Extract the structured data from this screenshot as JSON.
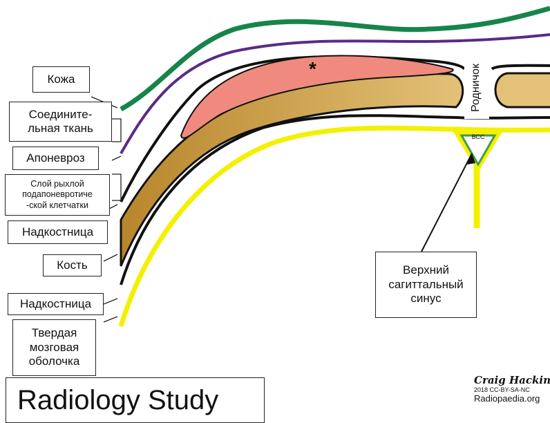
{
  "labels": {
    "skin": "Кожа",
    "connective": "Соедините-\nльная ткань",
    "aponeurosis": "Апоневроз",
    "loose_tissue": "Слой рыхлой\nподапоневротиче\n-ской клетчатки",
    "periosteum_outer": "Надкостница",
    "bone": "Кость",
    "periosteum_inner": "Надкостница",
    "dura": "Твердая\nмозговая\nоболочка",
    "sinus": "Верхний\nсагиттальный\nсинус",
    "fontanelle": "Родничок",
    "sinus_abbr": "ВСС",
    "asterisk": "*"
  },
  "footer": {
    "title": "Radiology Study",
    "author": "Craig Hacking",
    "license": "2018 CC-BY-SA-NC",
    "site": "Radiopaedia.org"
  },
  "colors": {
    "skin": "#17844a",
    "connective": "#5b2a86",
    "hematoma": "#f08a7e",
    "bone": "#c99a3a",
    "dura": "#f3f000",
    "sinus_outline": "#3f9c4a"
  }
}
